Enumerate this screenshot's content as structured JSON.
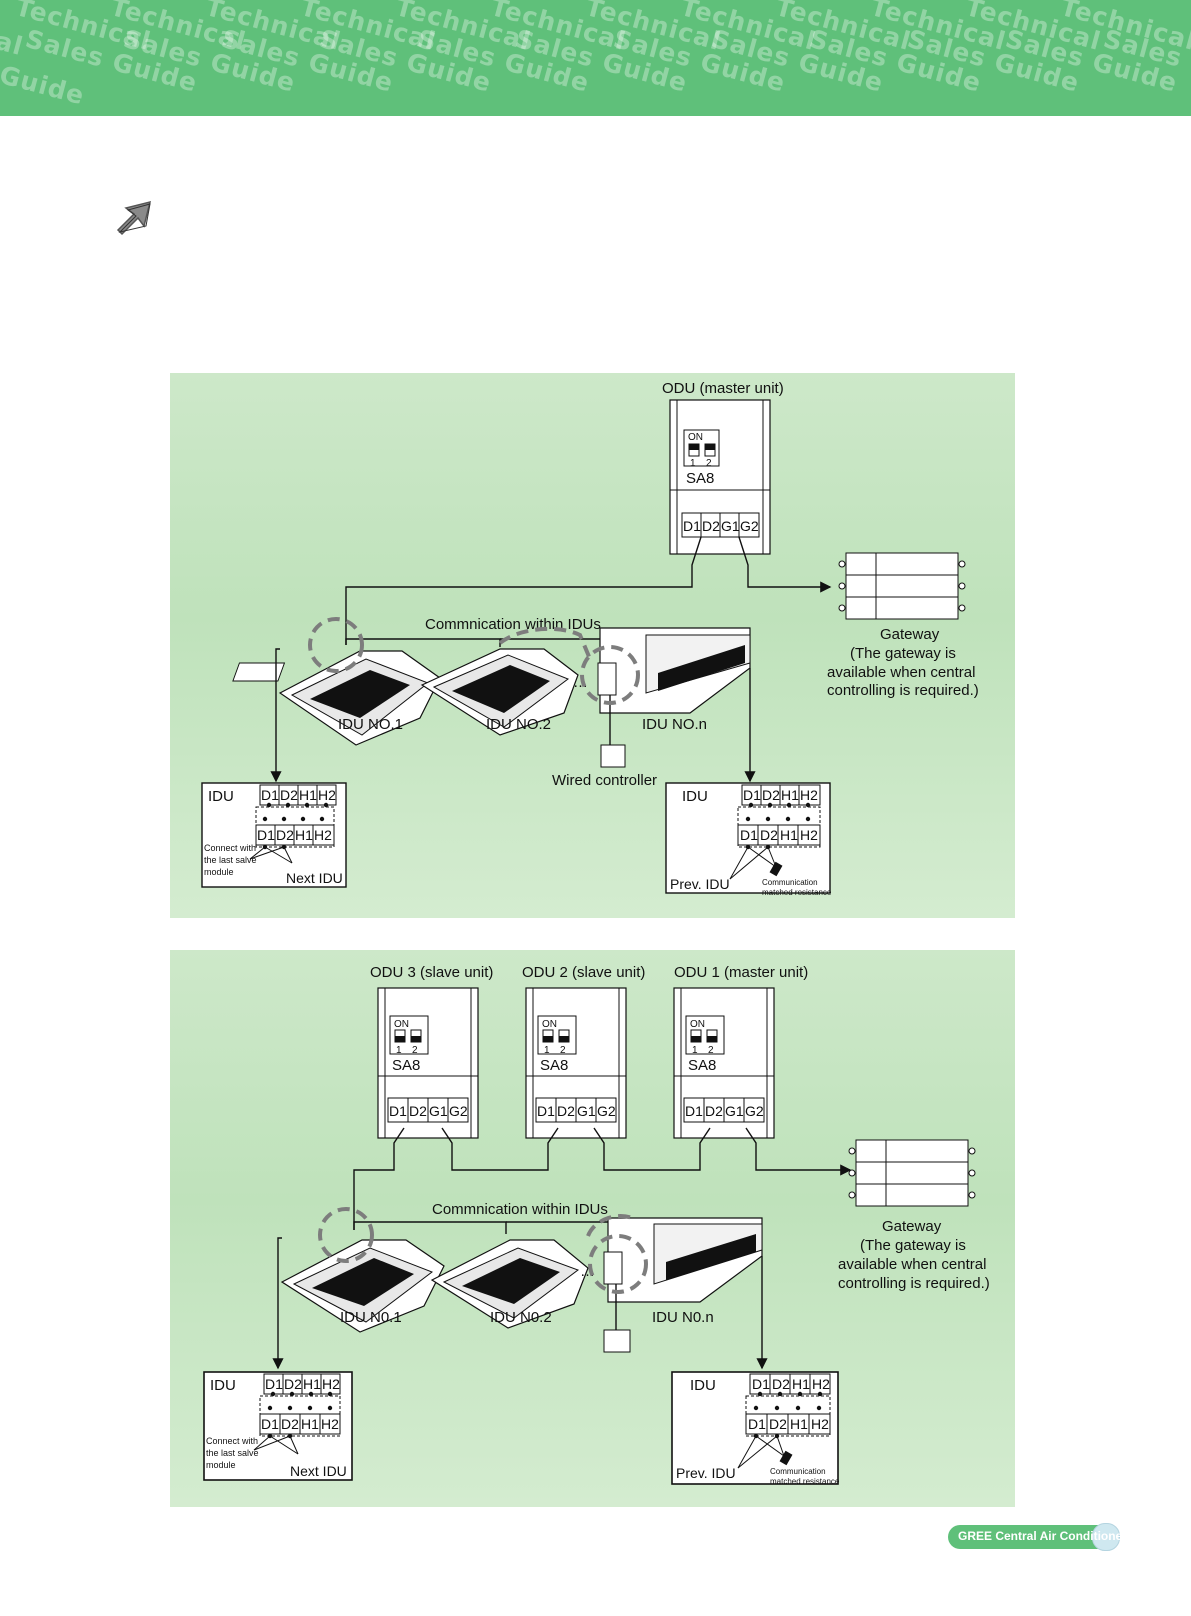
{
  "header": {
    "watermark_words": [
      "Technical",
      "Sales Guide",
      "Guide",
      "al"
    ]
  },
  "colors": {
    "header_green": "#5fc07a",
    "panel_green": "#c7e6c3",
    "dashed_circle": "#7d7d7d"
  },
  "icons": {
    "section_arrow": "arrow-up-right-icon"
  },
  "diagram1": {
    "odu_title": "ODU (master unit)",
    "dip_on": "ON",
    "dip_1": "1",
    "dip_2": "2",
    "sa8": "SA8",
    "terminals_odu": [
      "D1",
      "D2",
      "G1",
      "G2"
    ],
    "comm_label": "Commnication within IDUs",
    "gateway": "Gateway",
    "gateway_note": [
      "(The gateway is",
      "available when central",
      "controlling is required.)"
    ],
    "idu1": "IDU NO.1",
    "idu2": "IDU NO.2",
    "idun": "IDU NO.n",
    "wired_controller": "Wired controller",
    "box_idu": "IDU",
    "terminals_idu": [
      "D1",
      "D2",
      "H1",
      "H2"
    ],
    "connect_note": [
      "Connect with",
      "the last salve",
      "module"
    ],
    "next_idu": "Next IDU",
    "prev_idu": "Prev. IDU",
    "resistance_note": [
      "Communication",
      "matched resistance"
    ]
  },
  "diagram2": {
    "odu3": "ODU 3 (slave unit)",
    "odu2": "ODU 2 (slave unit)",
    "odu1": "ODU 1 (master unit)",
    "dip_on": "ON",
    "dip_1": "1",
    "dip_2": "2",
    "sa8": "SA8",
    "terminals_odu": [
      "D1",
      "D2",
      "G1",
      "G2"
    ],
    "comm_label": "Commnication within IDUs",
    "gateway": "Gateway",
    "gateway_note": [
      "(The gateway is",
      "available when central",
      "controlling is required.)"
    ],
    "idu1": "IDU N0.1",
    "idu2": "IDU N0.2",
    "idun": "IDU N0.n",
    "box_idu": "IDU",
    "terminals_idu": [
      "D1",
      "D2",
      "H1",
      "H2"
    ],
    "connect_note": [
      "Connect with",
      "the last salve",
      "module"
    ],
    "next_idu": "Next IDU",
    "prev_idu": "Prev. IDU",
    "resistance_note": [
      "Communication",
      "matched resistance"
    ]
  },
  "footer": {
    "brand": "GREE Central Air Conditioners"
  }
}
